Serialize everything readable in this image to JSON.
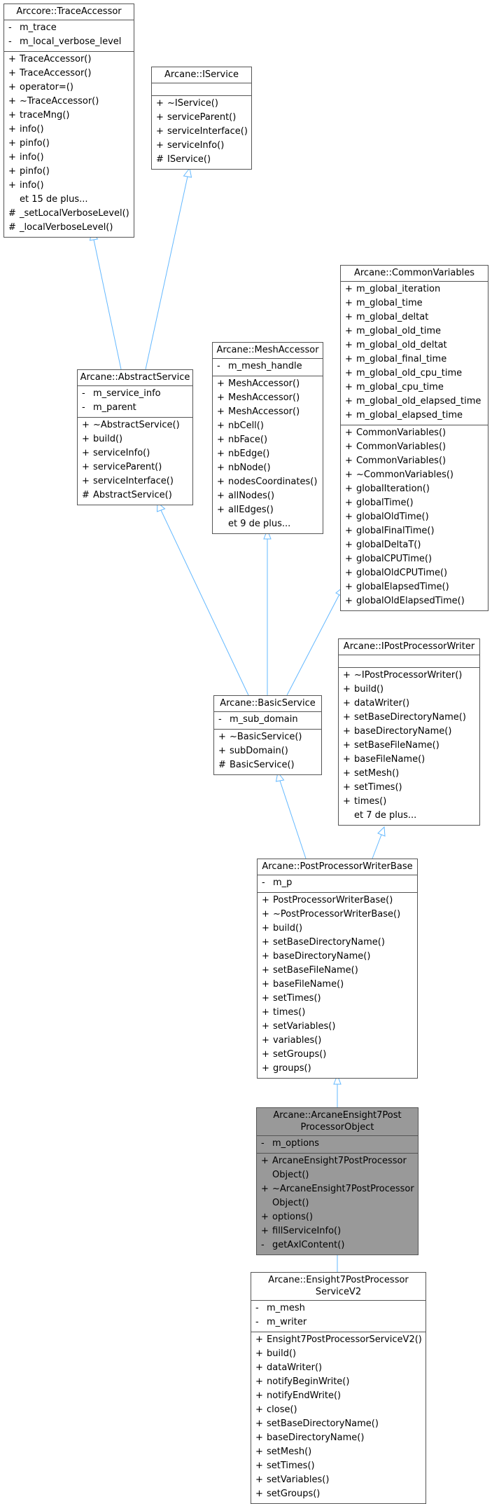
{
  "classes": {
    "trace_accessor": {
      "title": [
        "Arccore::TraceAccessor"
      ],
      "attributes": [
        {
          "v": "-",
          "n": "m_trace"
        },
        {
          "v": "-",
          "n": "m_local_verbose_level"
        }
      ],
      "operations": [
        {
          "v": "+",
          "n": "TraceAccessor()"
        },
        {
          "v": "+",
          "n": "TraceAccessor()"
        },
        {
          "v": "+",
          "n": "operator=()"
        },
        {
          "v": "+",
          "n": "~TraceAccessor()"
        },
        {
          "v": "+",
          "n": "traceMng()"
        },
        {
          "v": "+",
          "n": "info()"
        },
        {
          "v": "+",
          "n": "pinfo()"
        },
        {
          "v": "+",
          "n": "info()"
        },
        {
          "v": "+",
          "n": "pinfo()"
        },
        {
          "v": "+",
          "n": "info()"
        },
        {
          "v": "",
          "n": "et 15 de plus..."
        },
        {
          "v": "#",
          "n": "_setLocalVerboseLevel()"
        },
        {
          "v": "#",
          "n": "_localVerboseLevel()"
        }
      ]
    },
    "iservice": {
      "title": [
        "Arcane::IService"
      ],
      "attributes": [],
      "operations": [
        {
          "v": "+",
          "n": "~IService()"
        },
        {
          "v": "+",
          "n": "serviceParent()"
        },
        {
          "v": "+",
          "n": "serviceInterface()"
        },
        {
          "v": "+",
          "n": "serviceInfo()"
        },
        {
          "v": "#",
          "n": "IService()"
        }
      ]
    },
    "abstract_service": {
      "title": [
        "Arcane::AbstractService"
      ],
      "attributes": [
        {
          "v": "-",
          "n": "m_service_info"
        },
        {
          "v": "-",
          "n": "m_parent"
        }
      ],
      "operations": [
        {
          "v": "+",
          "n": "~AbstractService()"
        },
        {
          "v": "+",
          "n": "build()"
        },
        {
          "v": "+",
          "n": "serviceInfo()"
        },
        {
          "v": "+",
          "n": "serviceParent()"
        },
        {
          "v": "+",
          "n": "serviceInterface()"
        },
        {
          "v": "#",
          "n": "AbstractService()"
        }
      ]
    },
    "mesh_accessor": {
      "title": [
        "Arcane::MeshAccessor"
      ],
      "attributes": [
        {
          "v": "-",
          "n": "m_mesh_handle"
        }
      ],
      "operations": [
        {
          "v": "+",
          "n": "MeshAccessor()"
        },
        {
          "v": "+",
          "n": "MeshAccessor()"
        },
        {
          "v": "+",
          "n": "MeshAccessor()"
        },
        {
          "v": "+",
          "n": "nbCell()"
        },
        {
          "v": "+",
          "n": "nbFace()"
        },
        {
          "v": "+",
          "n": "nbEdge()"
        },
        {
          "v": "+",
          "n": "nbNode()"
        },
        {
          "v": "+",
          "n": "nodesCoordinates()"
        },
        {
          "v": "+",
          "n": "allNodes()"
        },
        {
          "v": "+",
          "n": "allEdges()"
        },
        {
          "v": "",
          "n": "et 9 de plus..."
        }
      ]
    },
    "common_variables": {
      "title": [
        "Arcane::CommonVariables"
      ],
      "attributes": [
        {
          "v": "+",
          "n": "m_global_iteration"
        },
        {
          "v": "+",
          "n": "m_global_time"
        },
        {
          "v": "+",
          "n": "m_global_deltat"
        },
        {
          "v": "+",
          "n": "m_global_old_time"
        },
        {
          "v": "+",
          "n": "m_global_old_deltat"
        },
        {
          "v": "+",
          "n": "m_global_final_time"
        },
        {
          "v": "+",
          "n": "m_global_old_cpu_time"
        },
        {
          "v": "+",
          "n": "m_global_cpu_time"
        },
        {
          "v": "+",
          "n": "m_global_old_elapsed_time"
        },
        {
          "v": "+",
          "n": "m_global_elapsed_time"
        }
      ],
      "operations": [
        {
          "v": "+",
          "n": "CommonVariables()"
        },
        {
          "v": "+",
          "n": "CommonVariables()"
        },
        {
          "v": "+",
          "n": "CommonVariables()"
        },
        {
          "v": "+",
          "n": "~CommonVariables()"
        },
        {
          "v": "+",
          "n": "globalIteration()"
        },
        {
          "v": "+",
          "n": "globalTime()"
        },
        {
          "v": "+",
          "n": "globalOldTime()"
        },
        {
          "v": "+",
          "n": "globalFinalTime()"
        },
        {
          "v": "+",
          "n": "globalDeltaT()"
        },
        {
          "v": "+",
          "n": "globalCPUTime()"
        },
        {
          "v": "+",
          "n": "globalOldCPUTime()"
        },
        {
          "v": "+",
          "n": "globalElapsedTime()"
        },
        {
          "v": "+",
          "n": "globalOldElapsedTime()"
        }
      ]
    },
    "ipost_processor_writer": {
      "title": [
        "Arcane::IPostProcessorWriter"
      ],
      "attributes": [],
      "operations": [
        {
          "v": "+",
          "n": "~IPostProcessorWriter()"
        },
        {
          "v": "+",
          "n": "build()"
        },
        {
          "v": "+",
          "n": "dataWriter()"
        },
        {
          "v": "+",
          "n": "setBaseDirectoryName()"
        },
        {
          "v": "+",
          "n": "baseDirectoryName()"
        },
        {
          "v": "+",
          "n": "setBaseFileName()"
        },
        {
          "v": "+",
          "n": "baseFileName()"
        },
        {
          "v": "+",
          "n": "setMesh()"
        },
        {
          "v": "+",
          "n": "setTimes()"
        },
        {
          "v": "+",
          "n": "times()"
        },
        {
          "v": "",
          "n": "et 7 de plus..."
        }
      ]
    },
    "basic_service": {
      "title": [
        "Arcane::BasicService"
      ],
      "attributes": [
        {
          "v": "-",
          "n": "m_sub_domain"
        }
      ],
      "operations": [
        {
          "v": "+",
          "n": "~BasicService()"
        },
        {
          "v": "+",
          "n": "subDomain()"
        },
        {
          "v": "#",
          "n": "BasicService()"
        }
      ]
    },
    "post_processor_writer_base": {
      "title": [
        "Arcane::PostProcessorWriterBase"
      ],
      "attributes": [
        {
          "v": "-",
          "n": "m_p"
        }
      ],
      "operations": [
        {
          "v": "+",
          "n": "PostProcessorWriterBase()"
        },
        {
          "v": "+",
          "n": "~PostProcessorWriterBase()"
        },
        {
          "v": "+",
          "n": "build()"
        },
        {
          "v": "+",
          "n": "setBaseDirectoryName()"
        },
        {
          "v": "+",
          "n": "baseDirectoryName()"
        },
        {
          "v": "+",
          "n": "setBaseFileName()"
        },
        {
          "v": "+",
          "n": "baseFileName()"
        },
        {
          "v": "+",
          "n": "setTimes()"
        },
        {
          "v": "+",
          "n": "times()"
        },
        {
          "v": "+",
          "n": "setVariables()"
        },
        {
          "v": "+",
          "n": "variables()"
        },
        {
          "v": "+",
          "n": "setGroups()"
        },
        {
          "v": "+",
          "n": "groups()"
        }
      ]
    },
    "arcane_ensight7_post_processor_object": {
      "title": [
        "Arcane::ArcaneEnsight7Post",
        "ProcessorObject"
      ],
      "attributes": [
        {
          "v": "-",
          "n": "m_options"
        }
      ],
      "operations": [
        {
          "v": "+",
          "n": "ArcaneEnsight7PostProcessor"
        },
        {
          "v": "",
          "n": "Object()"
        },
        {
          "v": "+",
          "n": "~ArcaneEnsight7PostProcessor"
        },
        {
          "v": "",
          "n": "Object()"
        },
        {
          "v": "+",
          "n": "options()"
        },
        {
          "v": "+",
          "n": "fillServiceInfo()"
        },
        {
          "v": "-",
          "n": "getAxlContent()"
        }
      ]
    },
    "ensight7_post_processor_service_v2": {
      "title": [
        "Arcane::Ensight7PostProcessor",
        "ServiceV2"
      ],
      "attributes": [
        {
          "v": "-",
          "n": "m_mesh"
        },
        {
          "v": "-",
          "n": "m_writer"
        }
      ],
      "operations": [
        {
          "v": "+",
          "n": "Ensight7PostProcessorServiceV2()"
        },
        {
          "v": "+",
          "n": "build()"
        },
        {
          "v": "+",
          "n": "dataWriter()"
        },
        {
          "v": "+",
          "n": "notifyBeginWrite()"
        },
        {
          "v": "+",
          "n": "notifyEndWrite()"
        },
        {
          "v": "+",
          "n": "close()"
        },
        {
          "v": "+",
          "n": "setBaseDirectoryName()"
        },
        {
          "v": "+",
          "n": "baseDirectoryName()"
        },
        {
          "v": "+",
          "n": "setMesh()"
        },
        {
          "v": "+",
          "n": "setTimes()"
        },
        {
          "v": "+",
          "n": "setVariables()"
        },
        {
          "v": "+",
          "n": "setGroups()"
        }
      ]
    }
  },
  "colors": {
    "edge": "#63b8ff",
    "box_border": "#555555",
    "highlight_fill": "#999999"
  }
}
